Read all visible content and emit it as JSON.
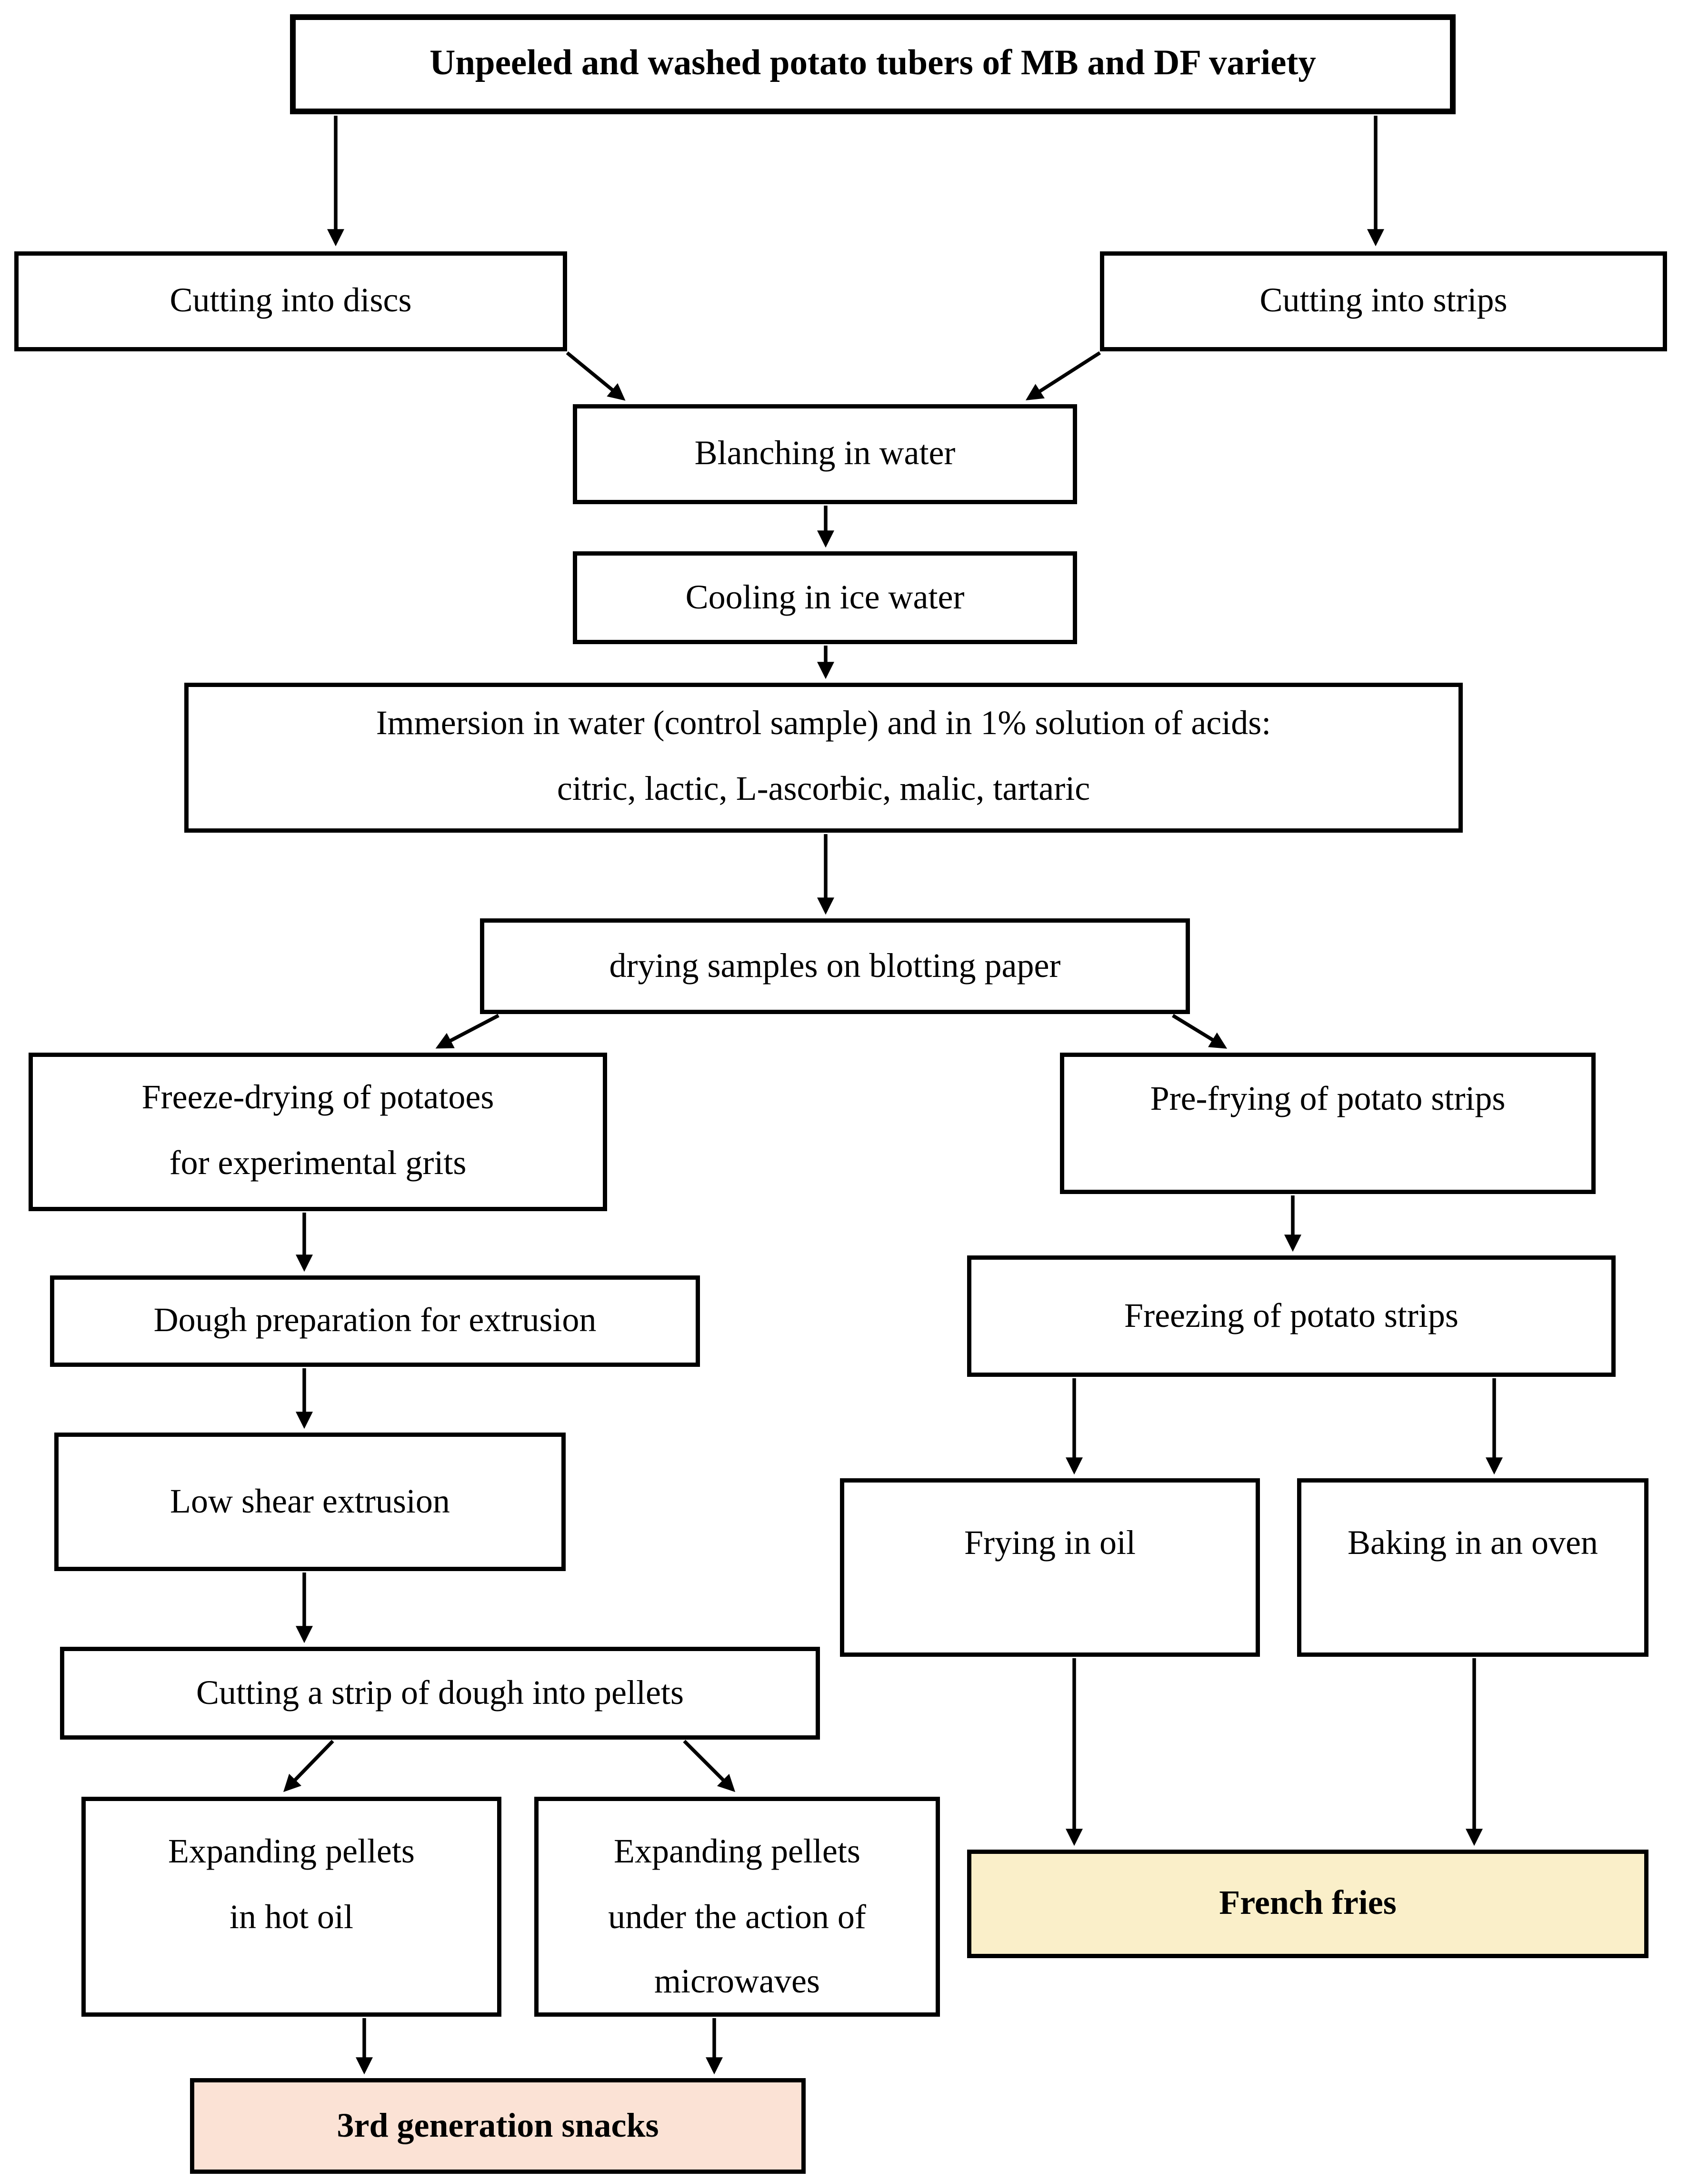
{
  "diagram": {
    "title_note": "Flow chart of potato product preparation",
    "colors": {
      "box_background": "#FFFFFF",
      "box_border": "#000000",
      "arrow": "#000000",
      "french_fries_bg": "#FAEFC9",
      "snacks_bg": "#FBE2D5"
    },
    "nodes": {
      "title": {
        "label": "Unpeeled and washed potato tubers of MB and DF variety"
      },
      "cutting_discs": {
        "label": "Cutting into discs"
      },
      "cutting_strips": {
        "label": "Cutting into strips"
      },
      "blanching": {
        "label": "Blanching in water"
      },
      "cooling": {
        "label": "Cooling in ice water"
      },
      "immersion": {
        "line1": "Immersion in water (control sample) and in 1% solution of acids:",
        "line2": "citric, lactic, L-ascorbic, malic, tartaric"
      },
      "drying": {
        "label": "drying samples on blotting paper"
      },
      "freeze_drying": {
        "line1": "Freeze-drying of potatoes",
        "line2": "for experimental grits"
      },
      "pre_frying": {
        "label": "Pre-frying of potato strips"
      },
      "dough_prep": {
        "label": "Dough preparation for extrusion"
      },
      "freezing_strips": {
        "label": "Freezing of potato strips"
      },
      "low_shear": {
        "label": "Low shear extrusion"
      },
      "frying_oil": {
        "label": "Frying in oil"
      },
      "baking_oven": {
        "label": "Baking in an oven"
      },
      "cutting_pellets": {
        "label": "Cutting a strip of dough into pellets"
      },
      "expanding_oil": {
        "line1": "Expanding pellets",
        "line2": "in hot oil"
      },
      "expanding_micro": {
        "line1": "Expanding pellets",
        "line2": "under the action of",
        "line3": "microwaves"
      },
      "french_fries": {
        "label": "French fries",
        "bg": "#FAEFC9"
      },
      "snacks": {
        "label": "3rd generation snacks",
        "bg": "#FBE2D5"
      }
    },
    "edges": [
      {
        "from": "title",
        "to": "cutting_discs"
      },
      {
        "from": "title",
        "to": "cutting_strips"
      },
      {
        "from": "cutting_discs",
        "to": "blanching"
      },
      {
        "from": "cutting_strips",
        "to": "blanching"
      },
      {
        "from": "blanching",
        "to": "cooling"
      },
      {
        "from": "cooling",
        "to": "immersion"
      },
      {
        "from": "immersion",
        "to": "drying"
      },
      {
        "from": "drying",
        "to": "freeze_drying"
      },
      {
        "from": "drying",
        "to": "pre_frying"
      },
      {
        "from": "freeze_drying",
        "to": "dough_prep"
      },
      {
        "from": "dough_prep",
        "to": "low_shear"
      },
      {
        "from": "low_shear",
        "to": "cutting_pellets"
      },
      {
        "from": "cutting_pellets",
        "to": "expanding_oil"
      },
      {
        "from": "cutting_pellets",
        "to": "expanding_micro"
      },
      {
        "from": "expanding_oil",
        "to": "snacks"
      },
      {
        "from": "expanding_micro",
        "to": "snacks"
      },
      {
        "from": "pre_frying",
        "to": "freezing_strips"
      },
      {
        "from": "freezing_strips",
        "to": "frying_oil"
      },
      {
        "from": "freezing_strips",
        "to": "baking_oven"
      },
      {
        "from": "frying_oil",
        "to": "french_fries"
      },
      {
        "from": "baking_oven",
        "to": "french_fries"
      }
    ]
  }
}
